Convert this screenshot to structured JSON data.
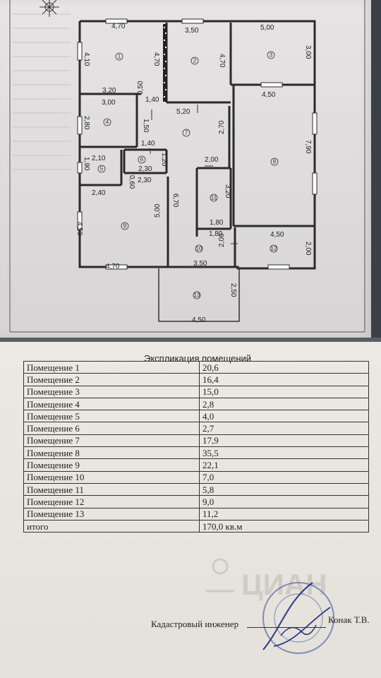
{
  "plan": {
    "rooms": [
      "1",
      "2",
      "3",
      "4",
      "5",
      "6",
      "7",
      "8",
      "9",
      "10",
      "11",
      "12",
      "13"
    ],
    "dimensions": [
      "4,70",
      "3,50",
      "5,00",
      "4,10",
      "4,70",
      "4,70",
      "3,00",
      "3,20",
      "0,50",
      "1,40",
      "3,00",
      "4,50",
      "2,80",
      "1,50",
      "5,20",
      "2,70",
      "7,90",
      "1,40",
      "1,20",
      "2,10",
      "2,30",
      "2,00",
      "1,90",
      "0,60",
      "2,30",
      "3,20",
      "2,40",
      "6,70",
      "5,00",
      "1,80",
      "4,50",
      "1,80",
      "4,50",
      "2,00",
      "2,00",
      "4,70",
      "3,50",
      "2,50",
      "4,50"
    ]
  },
  "explication": {
    "title": "Экспликация помещений",
    "rows": [
      {
        "name": "Помещение 1",
        "area": "20,6"
      },
      {
        "name": "Помещение 2",
        "area": "16,4"
      },
      {
        "name": "Помещение 3",
        "area": "15,0"
      },
      {
        "name": "Помещение 4",
        "area": "2,8"
      },
      {
        "name": "Помещение 5",
        "area": "4,0"
      },
      {
        "name": "Помещение 6",
        "area": "2,7"
      },
      {
        "name": "Помещение 7",
        "area": "17,9"
      },
      {
        "name": "Помещение 8",
        "area": "35,5"
      },
      {
        "name": "Помещение 9",
        "area": "22,1"
      },
      {
        "name": "Помещение 10",
        "area": "7,0"
      },
      {
        "name": "Помещение 11",
        "area": "5,8"
      },
      {
        "name": "Помещение 12",
        "area": "9,0"
      },
      {
        "name": "Помещение 13",
        "area": "11,2"
      }
    ],
    "total_label": "итого",
    "total_value": "170,0 кв.м"
  },
  "footer": {
    "engineer_label": "Кадастровый инженер",
    "engineer_name": "Конак Т.В."
  },
  "watermark": {
    "text": "ЦИАН"
  }
}
